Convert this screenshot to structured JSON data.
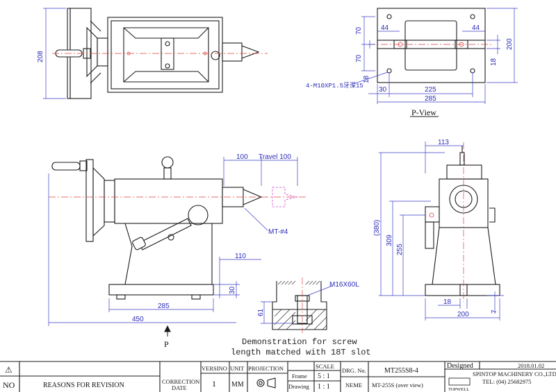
{
  "top_view": {
    "dim_208": "208"
  },
  "p_view": {
    "title": "P-View",
    "dim_70_top": "70",
    "dim_70_bottom": "70",
    "dim_44_left": "44",
    "dim_44_right": "44",
    "dim_200": "200",
    "dim_18_right": "18",
    "dim_18_left": "18",
    "dim_30": "30",
    "dim_225": "225",
    "dim_285": "285",
    "hole_note": "4-M10XP1.5牙深15"
  },
  "side_view": {
    "dim_100": "100",
    "travel": "Travel 100",
    "taper": "MT-#4",
    "dim_110": "110",
    "dim_30": "30",
    "dim_285": "285",
    "dim_450": "450",
    "arrow_label": "P"
  },
  "end_view": {
    "dim_113": "113",
    "dim_380": "(380)",
    "dim_309": "309",
    "dim_255": "255",
    "dim_18": "18",
    "dim_200": "200",
    "dim_7": "7"
  },
  "demo": {
    "bolt": "M16X60L",
    "dim_61": "61",
    "caption_line1": "Demonstration for screw",
    "caption_line2": "length matched with 18T slot"
  },
  "title_block": {
    "row1_symbol": "⚠",
    "no": "NO",
    "reasons": "REASONS FOR REVISION",
    "correction": "CORRECTION",
    "date": "DATE",
    "version_hdr": "VERSINO",
    "version_val": "1",
    "unit_hdr": "UNIT",
    "unit_val": "MM",
    "projection_hdr": "PROJECTION",
    "scale_hdr": "SCALE",
    "frame": "Frame",
    "frame_scale": "5 : 1",
    "drawing": "Drawing",
    "drawing_scale": "1 : 1",
    "drg_no_hdr": "DRG. No.",
    "drg_no": "MT255S8-4",
    "neme_hdr": "NEME",
    "neme": "MT-255S (over view)",
    "designed": "Designed",
    "design_date": "2018.01.02",
    "company": "SPINTOP MACHINERY CO.,LTD.",
    "tel": "TEL: (04) 25682975",
    "logo_text": "TOPWELL"
  }
}
